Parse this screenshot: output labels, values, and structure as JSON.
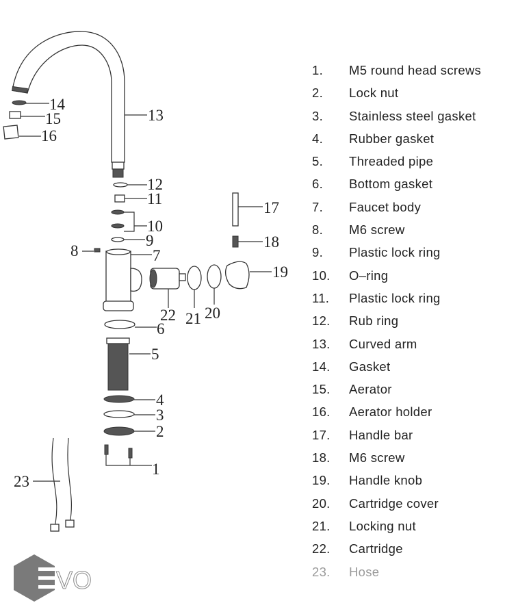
{
  "callouts": [
    "1",
    "2",
    "3",
    "4",
    "5",
    "6",
    "7",
    "8",
    "9",
    "10",
    "11",
    "12",
    "13",
    "14",
    "15",
    "16",
    "17",
    "18",
    "19",
    "20",
    "21",
    "22",
    "23"
  ],
  "parts": [
    {
      "num": "1.",
      "name": "M5 round head screws"
    },
    {
      "num": "2.",
      "name": "Lock nut"
    },
    {
      "num": "3.",
      "name": "Stainless steel gasket"
    },
    {
      "num": "4.",
      "name": "Rubber gasket"
    },
    {
      "num": "5.",
      "name": "Threaded pipe"
    },
    {
      "num": "6.",
      "name": "Bottom gasket"
    },
    {
      "num": "7.",
      "name": "Faucet body"
    },
    {
      "num": "8.",
      "name": "M6 screw"
    },
    {
      "num": "9.",
      "name": "Plastic lock ring"
    },
    {
      "num": "10.",
      "name": "O–ring"
    },
    {
      "num": "11.",
      "name": "Plastic lock ring"
    },
    {
      "num": "12.",
      "name": "Rub ring"
    },
    {
      "num": "13.",
      "name": "Curved arm"
    },
    {
      "num": "14.",
      "name": "Gasket"
    },
    {
      "num": "15.",
      "name": "Aerator"
    },
    {
      "num": "16.",
      "name": "Aerator holder"
    },
    {
      "num": "17.",
      "name": "Handle bar"
    },
    {
      "num": "18.",
      "name": "M6 screw"
    },
    {
      "num": "19.",
      "name": "Handle knob"
    },
    {
      "num": "20.",
      "name": "Cartridge cover"
    },
    {
      "num": "21.",
      "name": "Locking nut"
    },
    {
      "num": "22.",
      "name": "Cartridge"
    },
    {
      "num": "23.",
      "name": "Hose"
    }
  ],
  "logo": {
    "text": "EVO"
  },
  "colors": {
    "text": "#222222",
    "muted": "#9a9a9a",
    "logo": "#7a7a7a"
  }
}
